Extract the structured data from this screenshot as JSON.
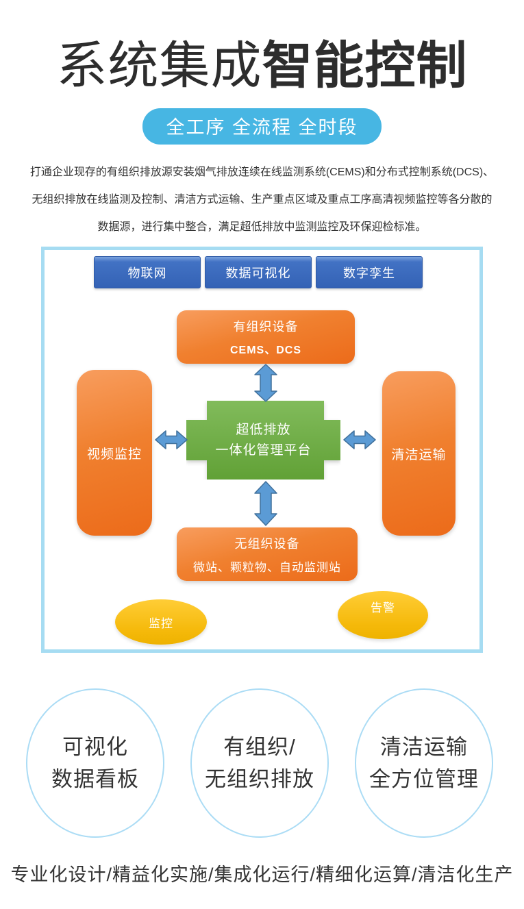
{
  "header": {
    "title_light": "系统集成",
    "title_bold": "智能控制",
    "badge": "全工序 全流程 全时段"
  },
  "intro": {
    "line1": "打通企业现存的有组织排放源安装烟气排放连续在线监测系统(CEMS)和分布式控制系统(DCS)、",
    "line2": "无组织排放在线监测及控制、清洁方式运输、生产重点区域及重点工序高清视频监控等各分散的",
    "line3": "数据源，进行集中整合，满足超低排放中监测监控及环保迎检标准。"
  },
  "diagram": {
    "top_buttons": [
      {
        "label": "物联网"
      },
      {
        "label": "数据可视化"
      },
      {
        "label": "数字孪生"
      }
    ],
    "top_box": {
      "line1": "有组织设备",
      "line2": "CEMS、DCS"
    },
    "left_box": {
      "label": "视频监控"
    },
    "right_box": {
      "label": "清洁运输"
    },
    "center_box": {
      "line1": "超低排放",
      "line2": "一体化管理平台"
    },
    "bottom_box": {
      "line1": "无组织设备",
      "line2": "微站、颗粒物、自动监测站"
    },
    "bubbles": [
      {
        "label": "监控"
      },
      {
        "label": "告警"
      }
    ]
  },
  "features": [
    {
      "line1": "可视化",
      "line2": "数据看板"
    },
    {
      "line1": "有组织/",
      "line2": "无组织排放"
    },
    {
      "line1": "清洁运输",
      "line2": "全方位管理"
    }
  ],
  "motto": "专业化设计/精益化实施/集成化运行/精细化运算/清洁化生产",
  "colors": {
    "badge_blue": "#47b6e3",
    "button_blue": "#3a6abb",
    "node_orange": "#ed6d1f",
    "center_green": "#6fac46",
    "bubble_yellow": "#f5b90a",
    "arrow_blue": "#5b9bd5",
    "arrow_outline": "#41719c",
    "frame_blue": "#a6dcf2",
    "text_dark": "#333333"
  }
}
